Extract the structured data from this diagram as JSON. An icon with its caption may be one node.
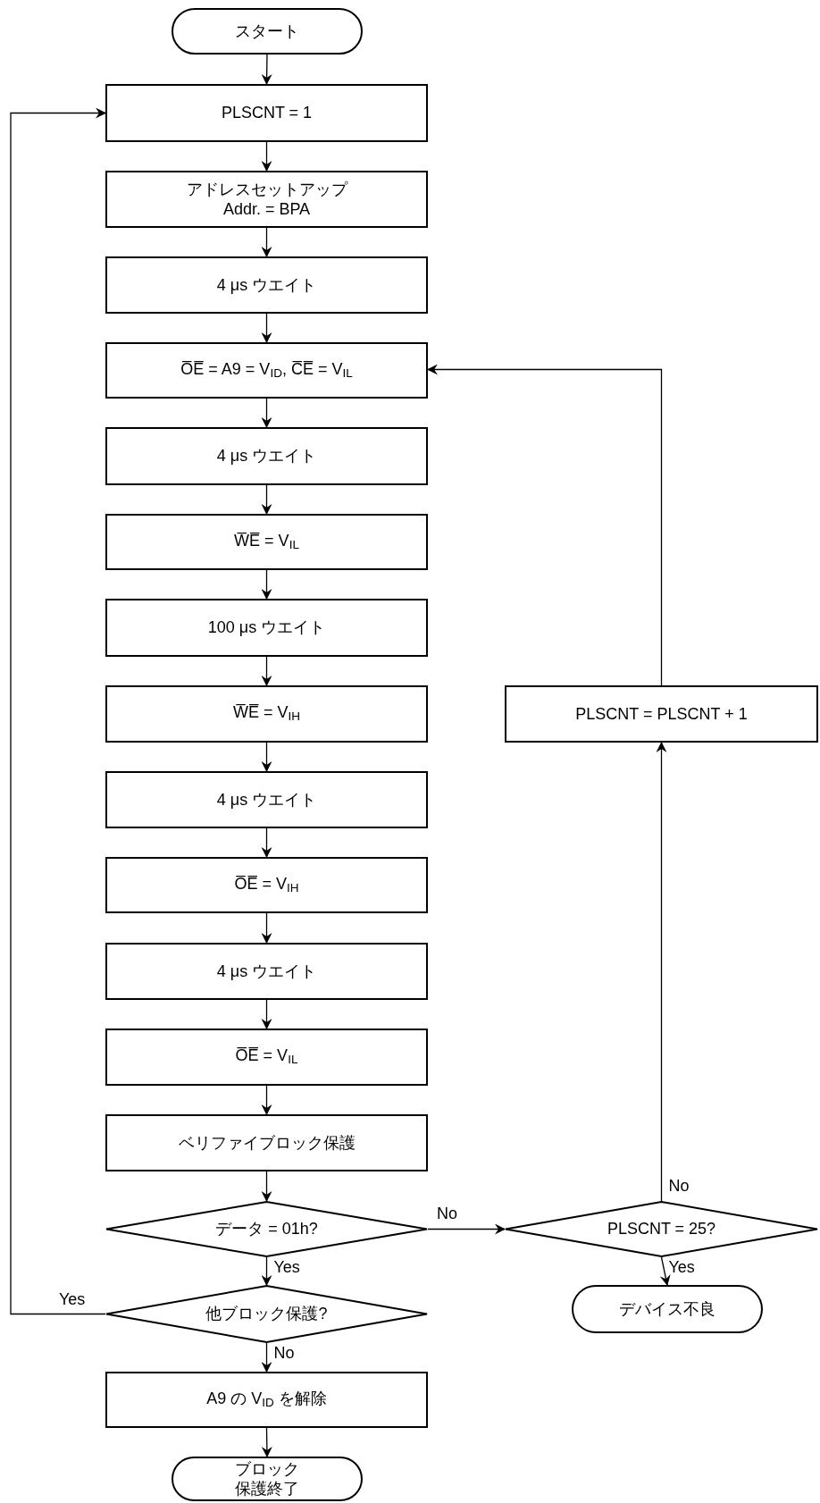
{
  "diagram": {
    "nodes": [
      {
        "text": [
          "スタート"
        ]
      },
      {
        "text": [
          "PLSCNT = 1"
        ]
      },
      {
        "text": [
          "アドレスセットアップ",
          "Addr. = BPA"
        ]
      },
      {
        "text": [
          "4 μs ウエイト"
        ]
      },
      {
        "text": [
          "O̅E̅ = A9 = V$_{ID}$, C̅E̅ = V$_{IL}$"
        ]
      },
      {
        "text": [
          "4 μs ウエイト"
        ]
      },
      {
        "text": [
          "W̅E̅ = V$_{IL}$"
        ]
      },
      {
        "text": [
          "100 μs ウエイト"
        ]
      },
      {
        "text": [
          "W̅E̅ = V$_{IH}$"
        ]
      },
      {
        "text": [
          "4 μs ウエイト"
        ]
      },
      {
        "text": [
          "O̅E̅ = V$_{IH}$"
        ]
      },
      {
        "text": [
          "4 μs ウエイト"
        ]
      },
      {
        "text": [
          "O̅E̅ = V$_{IL}$"
        ]
      },
      {
        "text": [
          "ベリファイブロック保護"
        ]
      },
      {
        "text": [
          "データ = 01h?"
        ]
      },
      {
        "text": [
          "PLSCNT = 25?"
        ]
      },
      {
        "text": [
          "PLSCNT = PLSCNT + 1"
        ]
      },
      {
        "text": [
          "デバイス不良"
        ]
      },
      {
        "text": [
          "他ブロック保護?"
        ]
      },
      {
        "text": [
          "A9 の V$_{ID}$ を解除"
        ]
      },
      {
        "text": [
          "ブロック保護終了"
        ]
      }
    ],
    "edges": [
      {
        "from": 0,
        "to": 1,
        "arrow": "to"
      },
      {
        "from": 1,
        "to": 2,
        "arrow": "to"
      },
      {
        "from": 2,
        "to": 3,
        "arrow": "to"
      },
      {
        "from": 3,
        "to": 4,
        "arrow": "to"
      },
      {
        "from": 4,
        "to": 5,
        "arrow": "to"
      },
      {
        "from": 5,
        "to": 6,
        "arrow": "to"
      },
      {
        "from": 6,
        "to": 7,
        "arrow": "to"
      },
      {
        "from": 7,
        "to": 8,
        "arrow": "to"
      },
      {
        "from": 8,
        "to": 9,
        "arrow": "to"
      },
      {
        "from": 9,
        "to": 10,
        "arrow": "to"
      },
      {
        "from": 10,
        "to": 11,
        "arrow": "to"
      },
      {
        "from": 11,
        "to": 12,
        "arrow": "to"
      },
      {
        "from": 12,
        "to": 13,
        "arrow": "to"
      },
      {
        "from": 13,
        "to": 14,
        "arrow": "to"
      },
      {
        "from": 14,
        "to": 15,
        "arrow": "to",
        "label": "No"
      },
      {
        "from": 15,
        "to": 16,
        "arrow": "to",
        "label": "No"
      },
      {
        "from": 16,
        "to": 4,
        "arrow": "to"
      },
      {
        "from": 15,
        "to": 17,
        "arrow": "to",
        "label": "Yes"
      },
      {
        "from": 14,
        "to": 18,
        "arrow": "to",
        "label": "Yes"
      },
      {
        "from": 18,
        "to": 1,
        "arrow": "to",
        "label": "Yes"
      },
      {
        "from": 18,
        "to": 19,
        "arrow": "to",
        "label": "No"
      },
      {
        "from": 19,
        "to": 20,
        "arrow": "to"
      }
    ]
  }
}
